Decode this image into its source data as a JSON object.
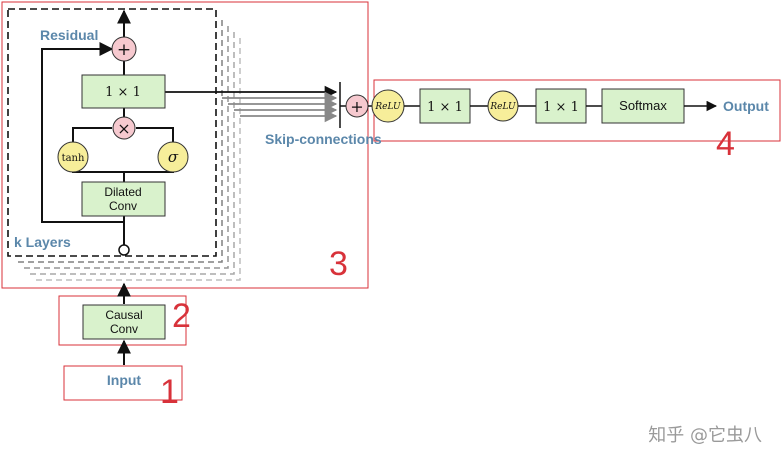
{
  "labels": {
    "residual": "Residual",
    "k_layers": "k Layers",
    "skip_connections": "Skip-connections",
    "output": "Output",
    "input": "Input"
  },
  "blocks": {
    "conv1x1_top": "1 × 1",
    "dilated_conv_line1": "Dilated",
    "dilated_conv_line2": "Conv",
    "causal_conv_line1": "Causal",
    "causal_conv_line2": "Conv",
    "post_conv1": "1 × 1",
    "post_conv2": "1 × 1",
    "softmax": "Softmax"
  },
  "operators": {
    "add": "+",
    "multiply": "×",
    "tanh": "tanh",
    "sigma": "σ",
    "relu": "ReLU"
  },
  "region_numbers": [
    "1",
    "2",
    "3",
    "4"
  ],
  "watermark": "知乎 @它虫八",
  "colors": {
    "region_border": "#d8323a",
    "green_box_fill": "#d9f2cc",
    "green_box_stroke": "#333333",
    "yellow_circle": "#f7ee9a",
    "pink_circle": "#f6c9cf",
    "label_blue": "#5b87aa"
  }
}
